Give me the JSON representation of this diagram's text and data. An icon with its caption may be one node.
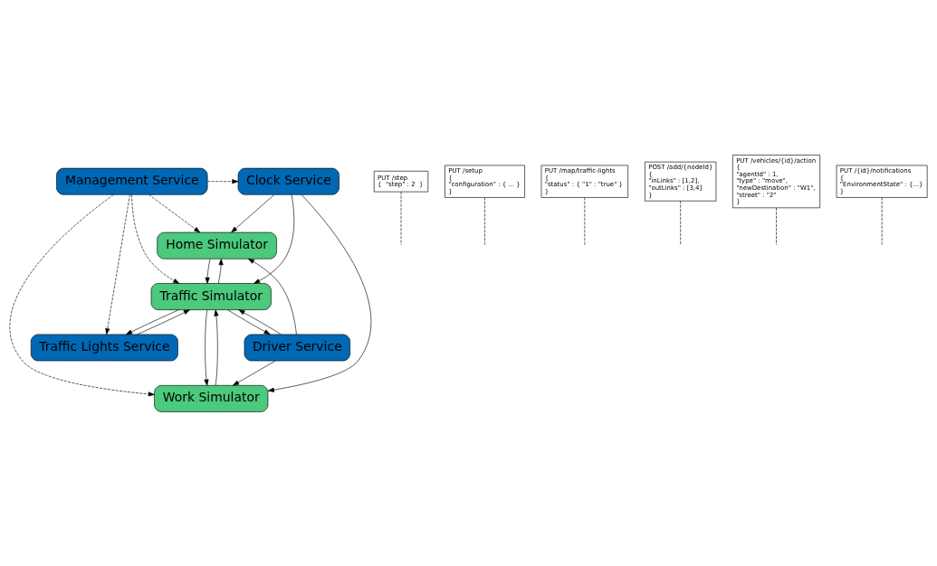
{
  "diagram": {
    "nodes": [
      {
        "text": [
          "Clock Service"
        ]
      },
      {
        "text": [
          "Management Service"
        ]
      },
      {
        "text": [
          "Home Simulator"
        ]
      },
      {
        "text": [
          "Work Simulator"
        ]
      },
      {
        "text": [
          "Traffic Simulator"
        ]
      },
      {
        "text": [
          "Traffic Lights Service"
        ]
      },
      {
        "text": [
          "Driver Service"
        ]
      },
      {
        "text": [
          "PUT /step",
          "{  \"step\" : 2  }"
        ]
      },
      {
        "text": [
          "PUT /setup",
          "{",
          "\"configuration\" : { ... }",
          "}"
        ]
      },
      {
        "text": [
          "PUT /map/traffic-lights",
          "{",
          "\"status\" : { \"1\" : \"true\" }",
          "}"
        ]
      },
      {
        "text": [
          "POST /add/{nodeId}",
          "{",
          "\"inLinks\" : [1,2],",
          "\"outLinks\" : [3,4]",
          "}"
        ]
      },
      {
        "text": [
          "PUT /vehicles/{id}/action",
          "{",
          "\"agentId\" : 1,",
          "\"type\" : \"move\",",
          "\"newDestination\" : \"W1\",",
          "\"street\" : \"2\"",
          "}"
        ]
      },
      {
        "text": [
          "PUT /{id}/notifications",
          "{",
          "\"EnvironmentState\" : {...}",
          "}"
        ]
      }
    ],
    "edges": [
      {
        "from": 0,
        "to": 4,
        "arrow": "to"
      },
      {
        "from": 0,
        "to": 2,
        "arrow": "to"
      },
      {
        "from": 0,
        "to": 3,
        "arrow": "to"
      },
      {
        "from": 1,
        "to": 0,
        "arrow": "to",
        "style": "dashed"
      },
      {
        "from": 1,
        "to": 4,
        "arrow": "to",
        "style": "dashed"
      },
      {
        "from": 1,
        "to": 2,
        "arrow": "to",
        "style": "dashed"
      },
      {
        "from": 1,
        "to": 3,
        "arrow": "to",
        "style": "dashed"
      },
      {
        "from": 1,
        "to": 5,
        "arrow": "to",
        "style": "dashed"
      },
      {
        "from": 4,
        "to": 2,
        "arrow": "to"
      },
      {
        "from": 2,
        "to": 4,
        "arrow": "to"
      },
      {
        "from": 4,
        "to": 3,
        "arrow": "to"
      },
      {
        "from": 3,
        "to": 4,
        "arrow": "to"
      },
      {
        "from": 5,
        "to": 4,
        "arrow": "to"
      },
      {
        "from": 4,
        "to": 5,
        "arrow": "to"
      },
      {
        "from": 4,
        "to": 6,
        "arrow": "to"
      },
      {
        "from": 6,
        "to": 4,
        "arrow": "to"
      },
      {
        "from": 6,
        "to": 2,
        "arrow": "to"
      },
      {
        "from": 6,
        "to": 3,
        "arrow": "to"
      },
      {
        "from": 7,
        "to": null,
        "arrow": "none",
        "style": "dashed"
      },
      {
        "from": 8,
        "to": null,
        "arrow": "none",
        "style": "dashed"
      },
      {
        "from": 9,
        "to": null,
        "arrow": "none",
        "style": "dashed"
      },
      {
        "from": 10,
        "to": null,
        "arrow": "none",
        "style": "dashed"
      },
      {
        "from": 11,
        "to": null,
        "arrow": "none",
        "style": "dashed"
      },
      {
        "from": 12,
        "to": null,
        "arrow": "none",
        "style": "dashed"
      }
    ]
  }
}
